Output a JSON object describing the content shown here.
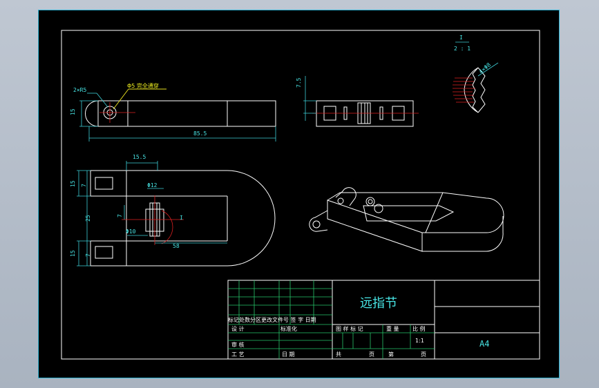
{
  "drawing": {
    "part_name": "远指节",
    "sheet_size": "A4",
    "scale_value": "1:1",
    "detail_label": "I",
    "detail_scale": "2 : 1",
    "dims": {
      "front_radius": "2×R5",
      "front_hole": "Φ5 完全通穿",
      "front_height": "15",
      "front_length": "85.5",
      "top_height": "7.5",
      "plan_width_top": "15.5",
      "plan_dia_12": "Φ12",
      "plan_dia_10": "Φ10",
      "plan_seven_left": "7",
      "plan_seven_low": "7",
      "plan_seven_mid": "7",
      "plan_fifteen_top": "15",
      "plan_fifteen_bottom": "15",
      "plan_twenty_five": "25",
      "plan_length": "58",
      "plan_section_mark": "I",
      "detail_chamfer": "4×Φ8"
    },
    "title_block": {
      "rev_header": "标记处数分区更改文件号 签 字 日期",
      "design": "设 计",
      "standardize": "标准化",
      "review": "审 核",
      "process": "工 艺",
      "date": "日 期",
      "stage_mark": "图 样 标 记",
      "weight": "重 量",
      "scale": "比 例",
      "total": "共",
      "pages": "页",
      "sheet_no": "第",
      "sheet_page": "页"
    }
  }
}
